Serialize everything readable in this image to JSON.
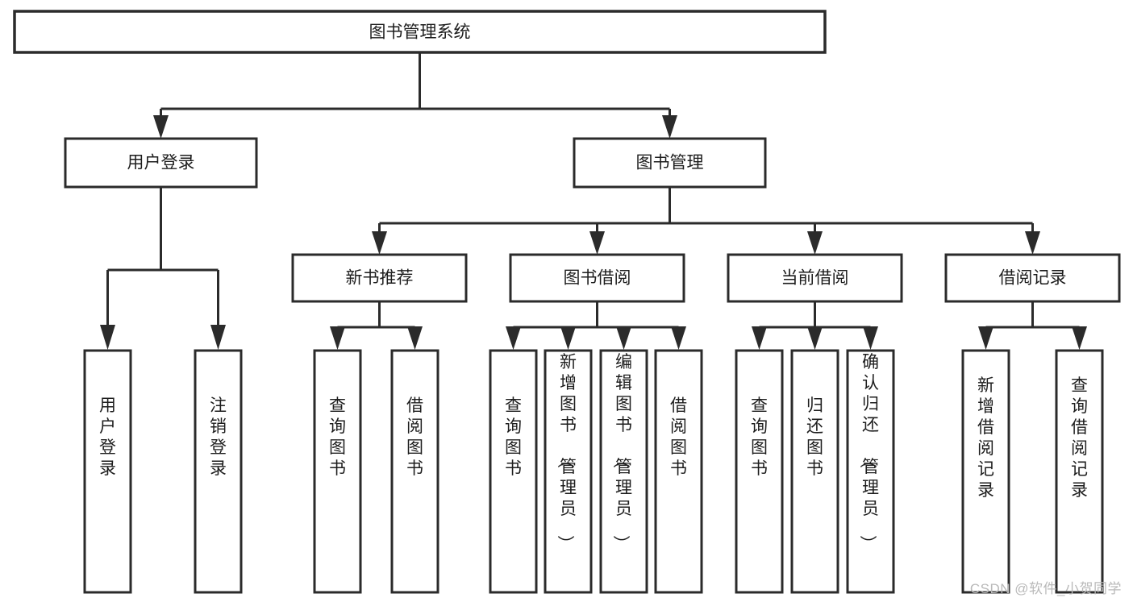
{
  "diagram": {
    "type": "tree-hierarchy",
    "title": "图书管理系统",
    "watermark": "CSDN @软件_小贺同学",
    "colors": {
      "stroke": "#2b2b2b",
      "fill": "#ffffff",
      "text": "#1d1d1d",
      "watermark": "#b9b9b9"
    },
    "levels": {
      "level1": [
        {
          "id": "root",
          "label": "图书管理系统",
          "orientation": "horizontal"
        }
      ],
      "level2": [
        {
          "id": "user-login",
          "label": "用户登录",
          "orientation": "horizontal",
          "parent": "root"
        },
        {
          "id": "book-manage",
          "label": "图书管理",
          "orientation": "horizontal",
          "parent": "root"
        }
      ],
      "level3": [
        {
          "id": "new-book-rec",
          "label": "新书推荐",
          "orientation": "horizontal",
          "parent": "book-manage"
        },
        {
          "id": "book-borrow",
          "label": "图书借阅",
          "orientation": "horizontal",
          "parent": "book-manage"
        },
        {
          "id": "current-borrow",
          "label": "当前借阅",
          "orientation": "horizontal",
          "parent": "book-manage"
        },
        {
          "id": "borrow-record",
          "label": "借阅记录",
          "orientation": "horizontal",
          "parent": "book-manage"
        }
      ],
      "level4": [
        {
          "id": "leaf-1",
          "label": "用户登录",
          "orientation": "vertical",
          "parent": "user-login"
        },
        {
          "id": "leaf-2",
          "label": "注销登录",
          "orientation": "vertical",
          "parent": "user-login"
        },
        {
          "id": "leaf-3",
          "label": "查询图书",
          "orientation": "vertical",
          "parent": "new-book-rec"
        },
        {
          "id": "leaf-4",
          "label": "借阅图书",
          "orientation": "vertical",
          "parent": "new-book-rec"
        },
        {
          "id": "leaf-5",
          "label": "查询图书",
          "orientation": "vertical",
          "parent": "book-borrow"
        },
        {
          "id": "leaf-6",
          "label": "新增图书（管理员）",
          "orientation": "vertical",
          "parent": "book-borrow"
        },
        {
          "id": "leaf-7",
          "label": "编辑图书（管理员）",
          "orientation": "vertical",
          "parent": "book-borrow"
        },
        {
          "id": "leaf-8",
          "label": "借阅图书",
          "orientation": "vertical",
          "parent": "book-borrow"
        },
        {
          "id": "leaf-9",
          "label": "查询图书",
          "orientation": "vertical",
          "parent": "current-borrow"
        },
        {
          "id": "leaf-10",
          "label": "归还图书",
          "orientation": "vertical",
          "parent": "current-borrow"
        },
        {
          "id": "leaf-11",
          "label": "确认归还（管理员）",
          "orientation": "vertical",
          "parent": "current-borrow"
        },
        {
          "id": "leaf-12",
          "label": "新增借阅记录",
          "orientation": "vertical",
          "parent": "borrow-record"
        },
        {
          "id": "leaf-13",
          "label": "查询借阅记录",
          "orientation": "vertical",
          "parent": "borrow-record"
        }
      ]
    }
  }
}
